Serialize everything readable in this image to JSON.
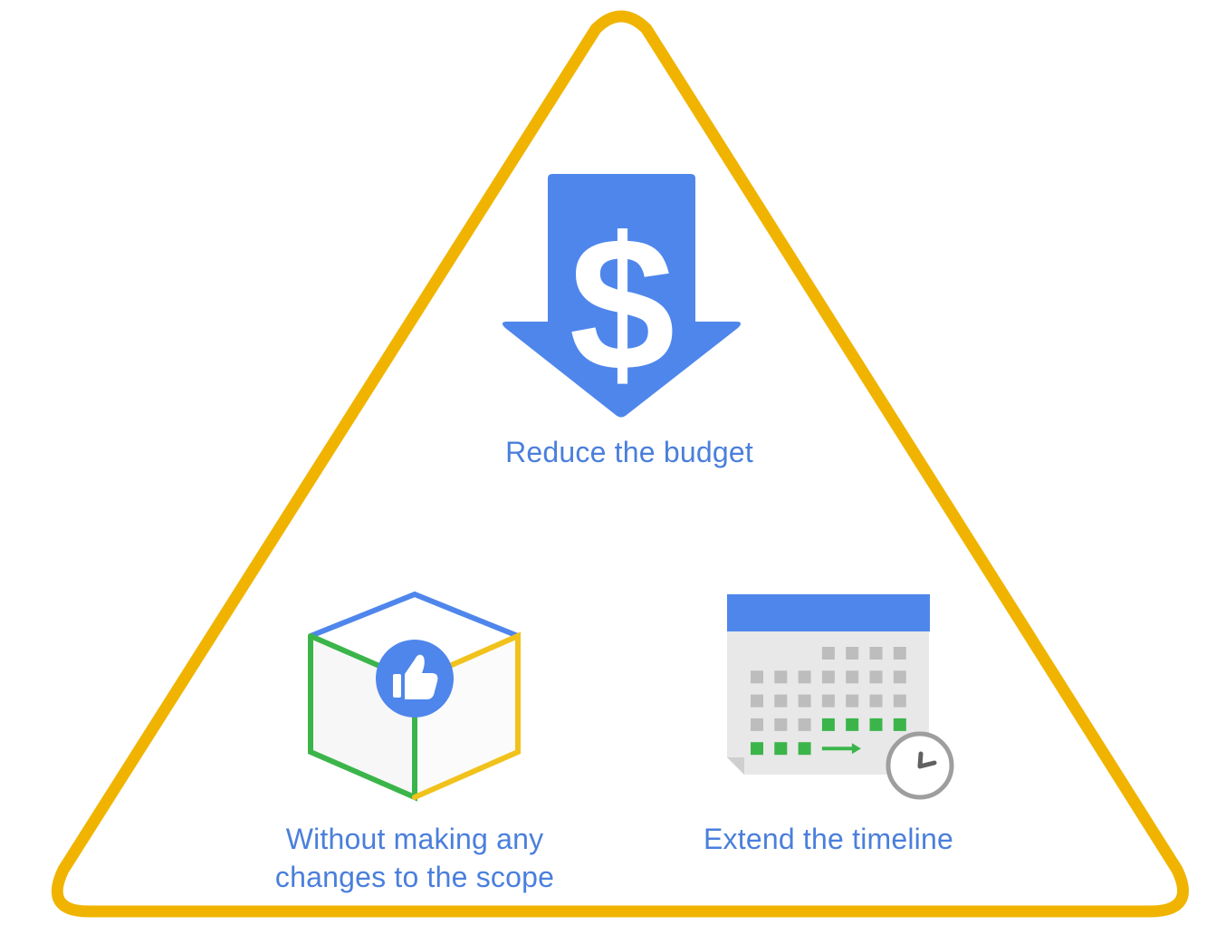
{
  "colors": {
    "triangle": "#f0b400",
    "blue": "#4f86ec",
    "green": "#3bb54a",
    "yellow": "#f1c21b",
    "calendar_body": "#e8e8e8",
    "calendar_cell": "#bdbdbd",
    "clock_ring": "#9e9e9e",
    "label": "#4a7fdc"
  },
  "icons": {
    "budget": "dollar-down-arrow-icon",
    "scope": "cube-thumbs-up-icon",
    "timeline": "calendar-clock-icon"
  },
  "labels": {
    "budget": "Reduce the budget",
    "scope_line1": "Without making any",
    "scope_line2": "changes to the scope",
    "timeline": "Extend the timeline"
  },
  "calendar": {
    "rows": [
      [
        "empty",
        "empty",
        "empty",
        "gray",
        "gray",
        "gray",
        "gray"
      ],
      [
        "gray",
        "gray",
        "gray",
        "gray",
        "gray",
        "gray",
        "gray"
      ],
      [
        "gray",
        "gray",
        "gray",
        "gray",
        "gray",
        "gray",
        "gray"
      ],
      [
        "gray",
        "gray",
        "gray",
        "green",
        "green",
        "green",
        "green"
      ],
      [
        "green",
        "green",
        "green",
        "arrow",
        "empty",
        "empty",
        "empty"
      ]
    ]
  }
}
